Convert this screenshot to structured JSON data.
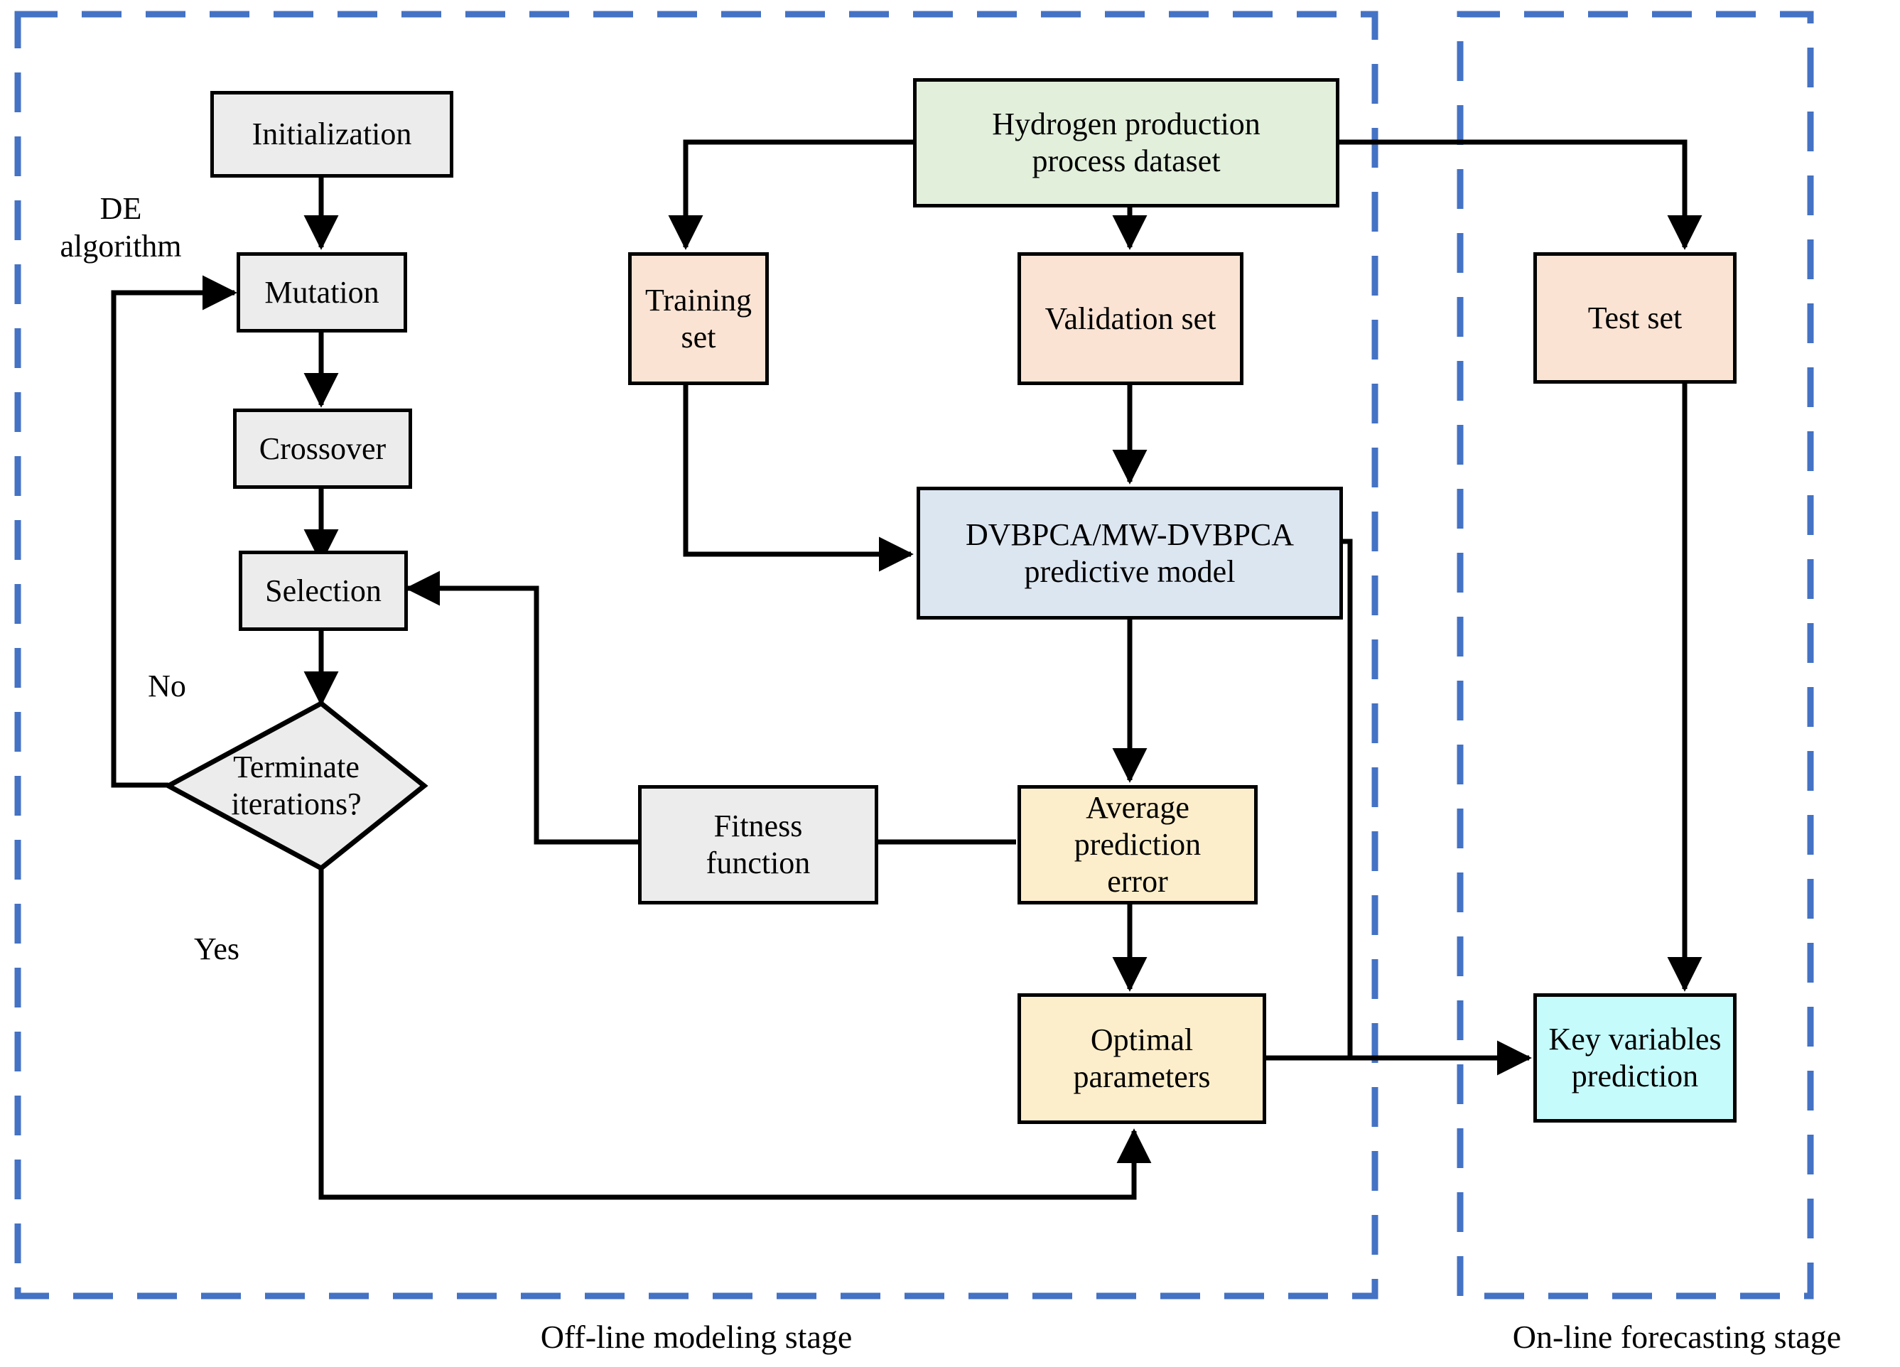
{
  "diagram": {
    "type": "flowchart",
    "title_present": false,
    "colors": {
      "dashed_border": "#4472c4",
      "grey_fill": "#ececec",
      "green_fill": "#e2efdb",
      "orange_fill": "#fae3d3",
      "blue_fill": "#dce6f1",
      "yellow_fill": "#fdeecb",
      "cyan_fill": "#c6fbfb",
      "stroke": "#000000"
    }
  },
  "stages": {
    "offline": {
      "label": "Off-line modeling stage"
    },
    "online": {
      "label": "On-line forecasting stage"
    }
  },
  "group_labels": {
    "de_algorithm": "DE\nalgorithm"
  },
  "edge_labels": {
    "no": "No",
    "yes": "Yes"
  },
  "nodes": {
    "initialization": {
      "label": "Initialization"
    },
    "mutation": {
      "label": "Mutation"
    },
    "crossover": {
      "label": "Crossover"
    },
    "selection": {
      "label": "Selection"
    },
    "terminate": {
      "label": "Terminate\niterations?"
    },
    "dataset": {
      "label": "Hydrogen production\nprocess dataset"
    },
    "training_set": {
      "label": "Training set"
    },
    "validation_set": {
      "label": "Validation set"
    },
    "test_set": {
      "label": "Test set"
    },
    "predictive_model": {
      "label": "DVBPCA/MW-DVBPCA\npredictive model"
    },
    "fitness_function": {
      "label": "Fitness\nfunction"
    },
    "avg_prediction_error": {
      "label": "Average\nprediction\nerror"
    },
    "optimal_parameters": {
      "label": "Optimal\nparameters"
    },
    "key_variables_prediction": {
      "label": "Key variables\nprediction"
    }
  },
  "edges": [
    {
      "from": "initialization",
      "to": "mutation",
      "label": ""
    },
    {
      "from": "mutation",
      "to": "crossover",
      "label": ""
    },
    {
      "from": "crossover",
      "to": "selection",
      "label": ""
    },
    {
      "from": "selection",
      "to": "terminate",
      "label": ""
    },
    {
      "from": "terminate",
      "to": "mutation",
      "label": "No"
    },
    {
      "from": "terminate",
      "to": "optimal_parameters",
      "label": "Yes"
    },
    {
      "from": "dataset",
      "to": "training_set",
      "label": ""
    },
    {
      "from": "dataset",
      "to": "validation_set",
      "label": ""
    },
    {
      "from": "dataset",
      "to": "test_set",
      "label": ""
    },
    {
      "from": "training_set",
      "to": "predictive_model",
      "label": ""
    },
    {
      "from": "validation_set",
      "to": "predictive_model",
      "label": ""
    },
    {
      "from": "predictive_model",
      "to": "avg_prediction_error",
      "label": ""
    },
    {
      "from": "avg_prediction_error",
      "to": "fitness_function",
      "label": ""
    },
    {
      "from": "fitness_function",
      "to": "selection",
      "label": ""
    },
    {
      "from": "avg_prediction_error",
      "to": "optimal_parameters",
      "label": ""
    },
    {
      "from": "optimal_parameters",
      "to": "key_variables_prediction",
      "label": ""
    },
    {
      "from": "predictive_model",
      "to": "key_variables_prediction",
      "label": ""
    },
    {
      "from": "test_set",
      "to": "key_variables_prediction",
      "label": ""
    }
  ]
}
